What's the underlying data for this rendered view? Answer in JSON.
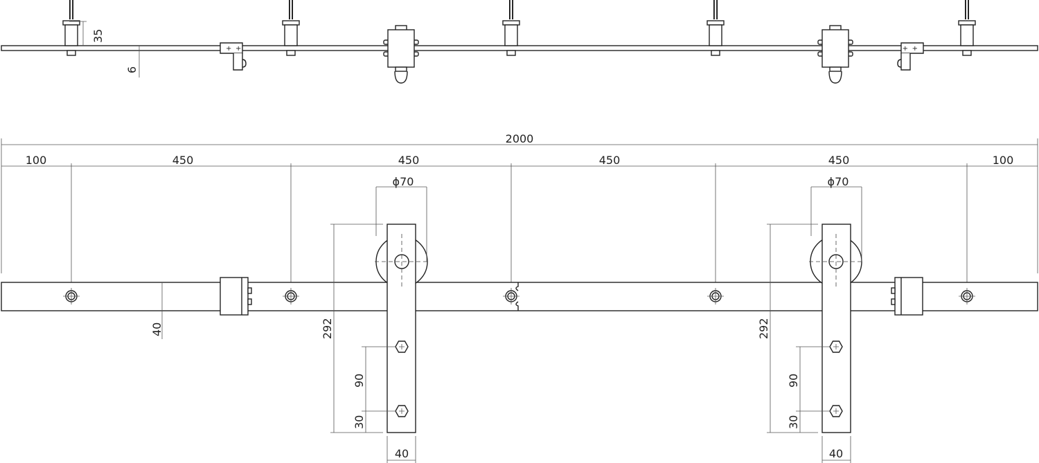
{
  "top_view": {
    "dim_hanger_height": "35",
    "dim_rail_thickness": "6"
  },
  "front_view": {
    "overall_length": "2000",
    "segments": [
      "100",
      "450",
      "450",
      "450",
      "450",
      "100"
    ],
    "rail_height": "40",
    "hangers": [
      {
        "wheel_diameter": "ϕ70",
        "strap_length": "292",
        "bolt_spacing": "90",
        "bolt_offset": "30",
        "strap_width": "40"
      },
      {
        "wheel_diameter": "ϕ70",
        "strap_length": "292",
        "bolt_spacing": "90",
        "bolt_offset": "30",
        "strap_width": "40"
      }
    ]
  }
}
